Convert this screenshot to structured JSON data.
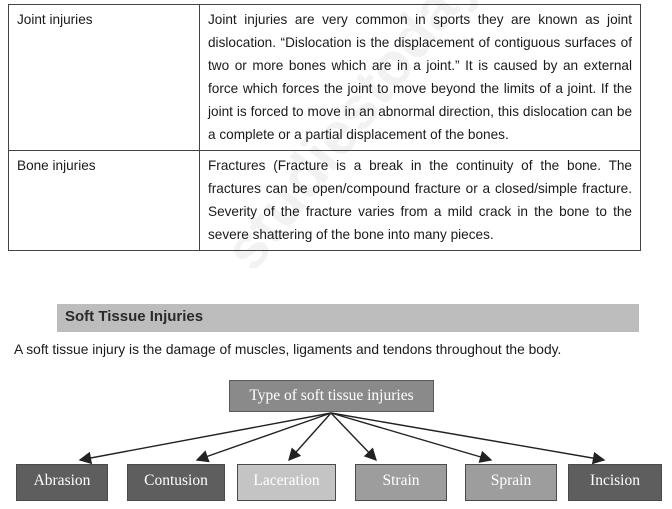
{
  "table": {
    "rows": [
      {
        "type": "Joint injuries",
        "description": "Joint injuries are very common in sports they are known as joint dislocation. “Dislocation is the displacement of contiguous surfaces of two or more bones which are in a joint.” It is caused by an external force which forces the joint to move beyond the limits of a joint. If the joint is forced to move in an abnormal direction, this dislocation can be a complete or a partial displacement of the bones."
      },
      {
        "type": "Bone injuries",
        "description": "Fractures (Fracture is a break in the continuity of the bone. The fractures can be open/compound fracture or a closed/simple fracture. Severity of the fracture varies from a mild crack in the bone to the severe shattering of the bone into many pieces."
      }
    ]
  },
  "section": {
    "heading": "Soft Tissue Injuries"
  },
  "intro": "A soft tissue injury is the damage of muscles, ligaments and tendons throughout the body.",
  "diagram": {
    "root": "Type of soft tissue injuries",
    "children": [
      "Abrasion",
      "Contusion",
      "Laceration",
      "Strain",
      "Sprain",
      "Incision"
    ]
  },
  "watermark": "studiestoday.com"
}
